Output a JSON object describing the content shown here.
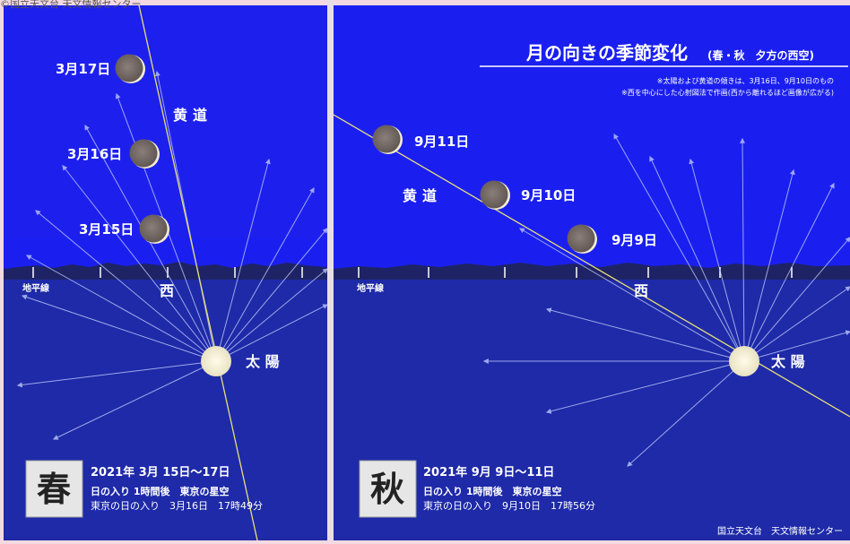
{
  "credit_top": "©国立天文台 天文情報センター",
  "credit_bottom": "国立天文台　天文情報センター",
  "title": "月の向きの季節変化",
  "title_sub": "(春・秋　夕方の西空)",
  "notes": [
    "※太陽および黄道の傾きは、3月16日、9月10日のもの",
    "※西を中心にした心射図法で作画(西から離れるほど画像が広がる)"
  ],
  "panels": [
    {
      "season": "春",
      "horizon_label": "地平線",
      "west_label": "西",
      "ecliptic_label": "黄道",
      "sun_label": "太 陽",
      "moons": [
        {
          "label": "3月17日"
        },
        {
          "label": "3月16日"
        },
        {
          "label": "3月15日"
        }
      ],
      "info_date": "2021年 3月 15日〜17日",
      "info_time": "日の入り 1時間後　東京の星空",
      "info_sunset": "東京の日の入り　3月16日　17時49分"
    },
    {
      "season": "秋",
      "horizon_label": "地平線",
      "west_label": "西",
      "ecliptic_label": "黄道",
      "sun_label": "太 陽",
      "moons": [
        {
          "label": "9月11日"
        },
        {
          "label": "9月10日"
        },
        {
          "label": "9月9日"
        }
      ],
      "info_date": "2021年 9月 9日〜11日",
      "info_time": "日の入り 1時間後　東京の星空",
      "info_sunset": "東京の日の入り　9月10日　17時56分"
    }
  ],
  "colors": {
    "sky": "#1a1ff0",
    "ground": "#1e2aa8",
    "moon": "#7a6e6a",
    "sun": "#f2ecd4",
    "ecliptic": "#e8e07a"
  }
}
